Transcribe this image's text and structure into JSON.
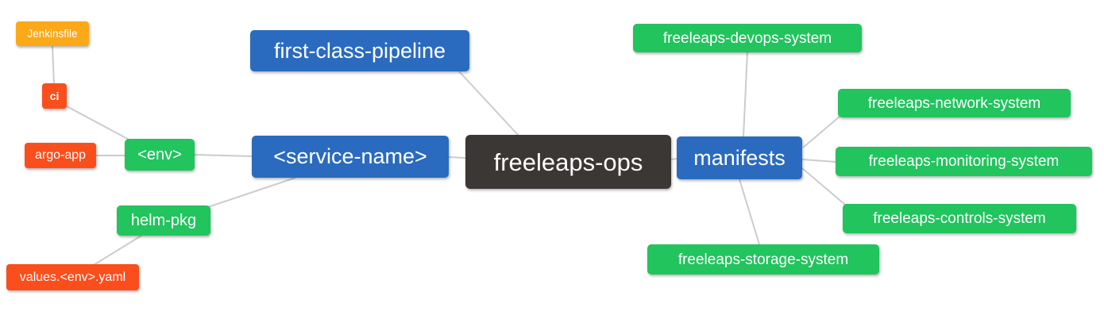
{
  "diagram": {
    "title": "freeleaps-ops repository mind map",
    "colors": {
      "blue": "#2A6BBF",
      "green": "#21C45D",
      "red": "#FB4E1D",
      "orange": "#FBA919",
      "dark": "#3B3735",
      "edge": "#CCCCCC",
      "text": "#FFFFFF"
    },
    "nodes": [
      {
        "id": "jenkinsfile",
        "label": "Jenkinsfile",
        "color": "orange"
      },
      {
        "id": "ci",
        "label": "ci",
        "color": "red"
      },
      {
        "id": "argo-app",
        "label": "argo-app",
        "color": "red"
      },
      {
        "id": "env",
        "label": "<env>",
        "color": "green"
      },
      {
        "id": "helm-pkg",
        "label": "helm-pkg",
        "color": "green"
      },
      {
        "id": "values",
        "label": "values.<env>.yaml",
        "color": "red"
      },
      {
        "id": "fcp",
        "label": "first-class-pipeline",
        "color": "blue"
      },
      {
        "id": "service-name",
        "label": "<service-name>",
        "color": "blue"
      },
      {
        "id": "ops",
        "label": "freeleaps-ops",
        "color": "dark"
      },
      {
        "id": "manifests",
        "label": "manifests",
        "color": "blue"
      },
      {
        "id": "devops",
        "label": "freeleaps-devops-system",
        "color": "green"
      },
      {
        "id": "network",
        "label": "freeleaps-network-system",
        "color": "green"
      },
      {
        "id": "monitoring",
        "label": "freeleaps-monitoring-system",
        "color": "green"
      },
      {
        "id": "controls",
        "label": "freeleaps-controls-system",
        "color": "green"
      },
      {
        "id": "storage",
        "label": "freeleaps-storage-system",
        "color": "green"
      }
    ],
    "edges": [
      {
        "from": "jenkinsfile",
        "to": "ci"
      },
      {
        "from": "ci",
        "to": "env"
      },
      {
        "from": "argo-app",
        "to": "env"
      },
      {
        "from": "env",
        "to": "service-name"
      },
      {
        "from": "service-name",
        "to": "helm-pkg"
      },
      {
        "from": "helm-pkg",
        "to": "values"
      },
      {
        "from": "fcp",
        "to": "ops"
      },
      {
        "from": "service-name",
        "to": "ops"
      },
      {
        "from": "ops",
        "to": "manifests"
      },
      {
        "from": "manifests",
        "to": "devops"
      },
      {
        "from": "manifests",
        "to": "network"
      },
      {
        "from": "manifests",
        "to": "monitoring"
      },
      {
        "from": "manifests",
        "to": "controls"
      },
      {
        "from": "manifests",
        "to": "storage"
      }
    ]
  }
}
